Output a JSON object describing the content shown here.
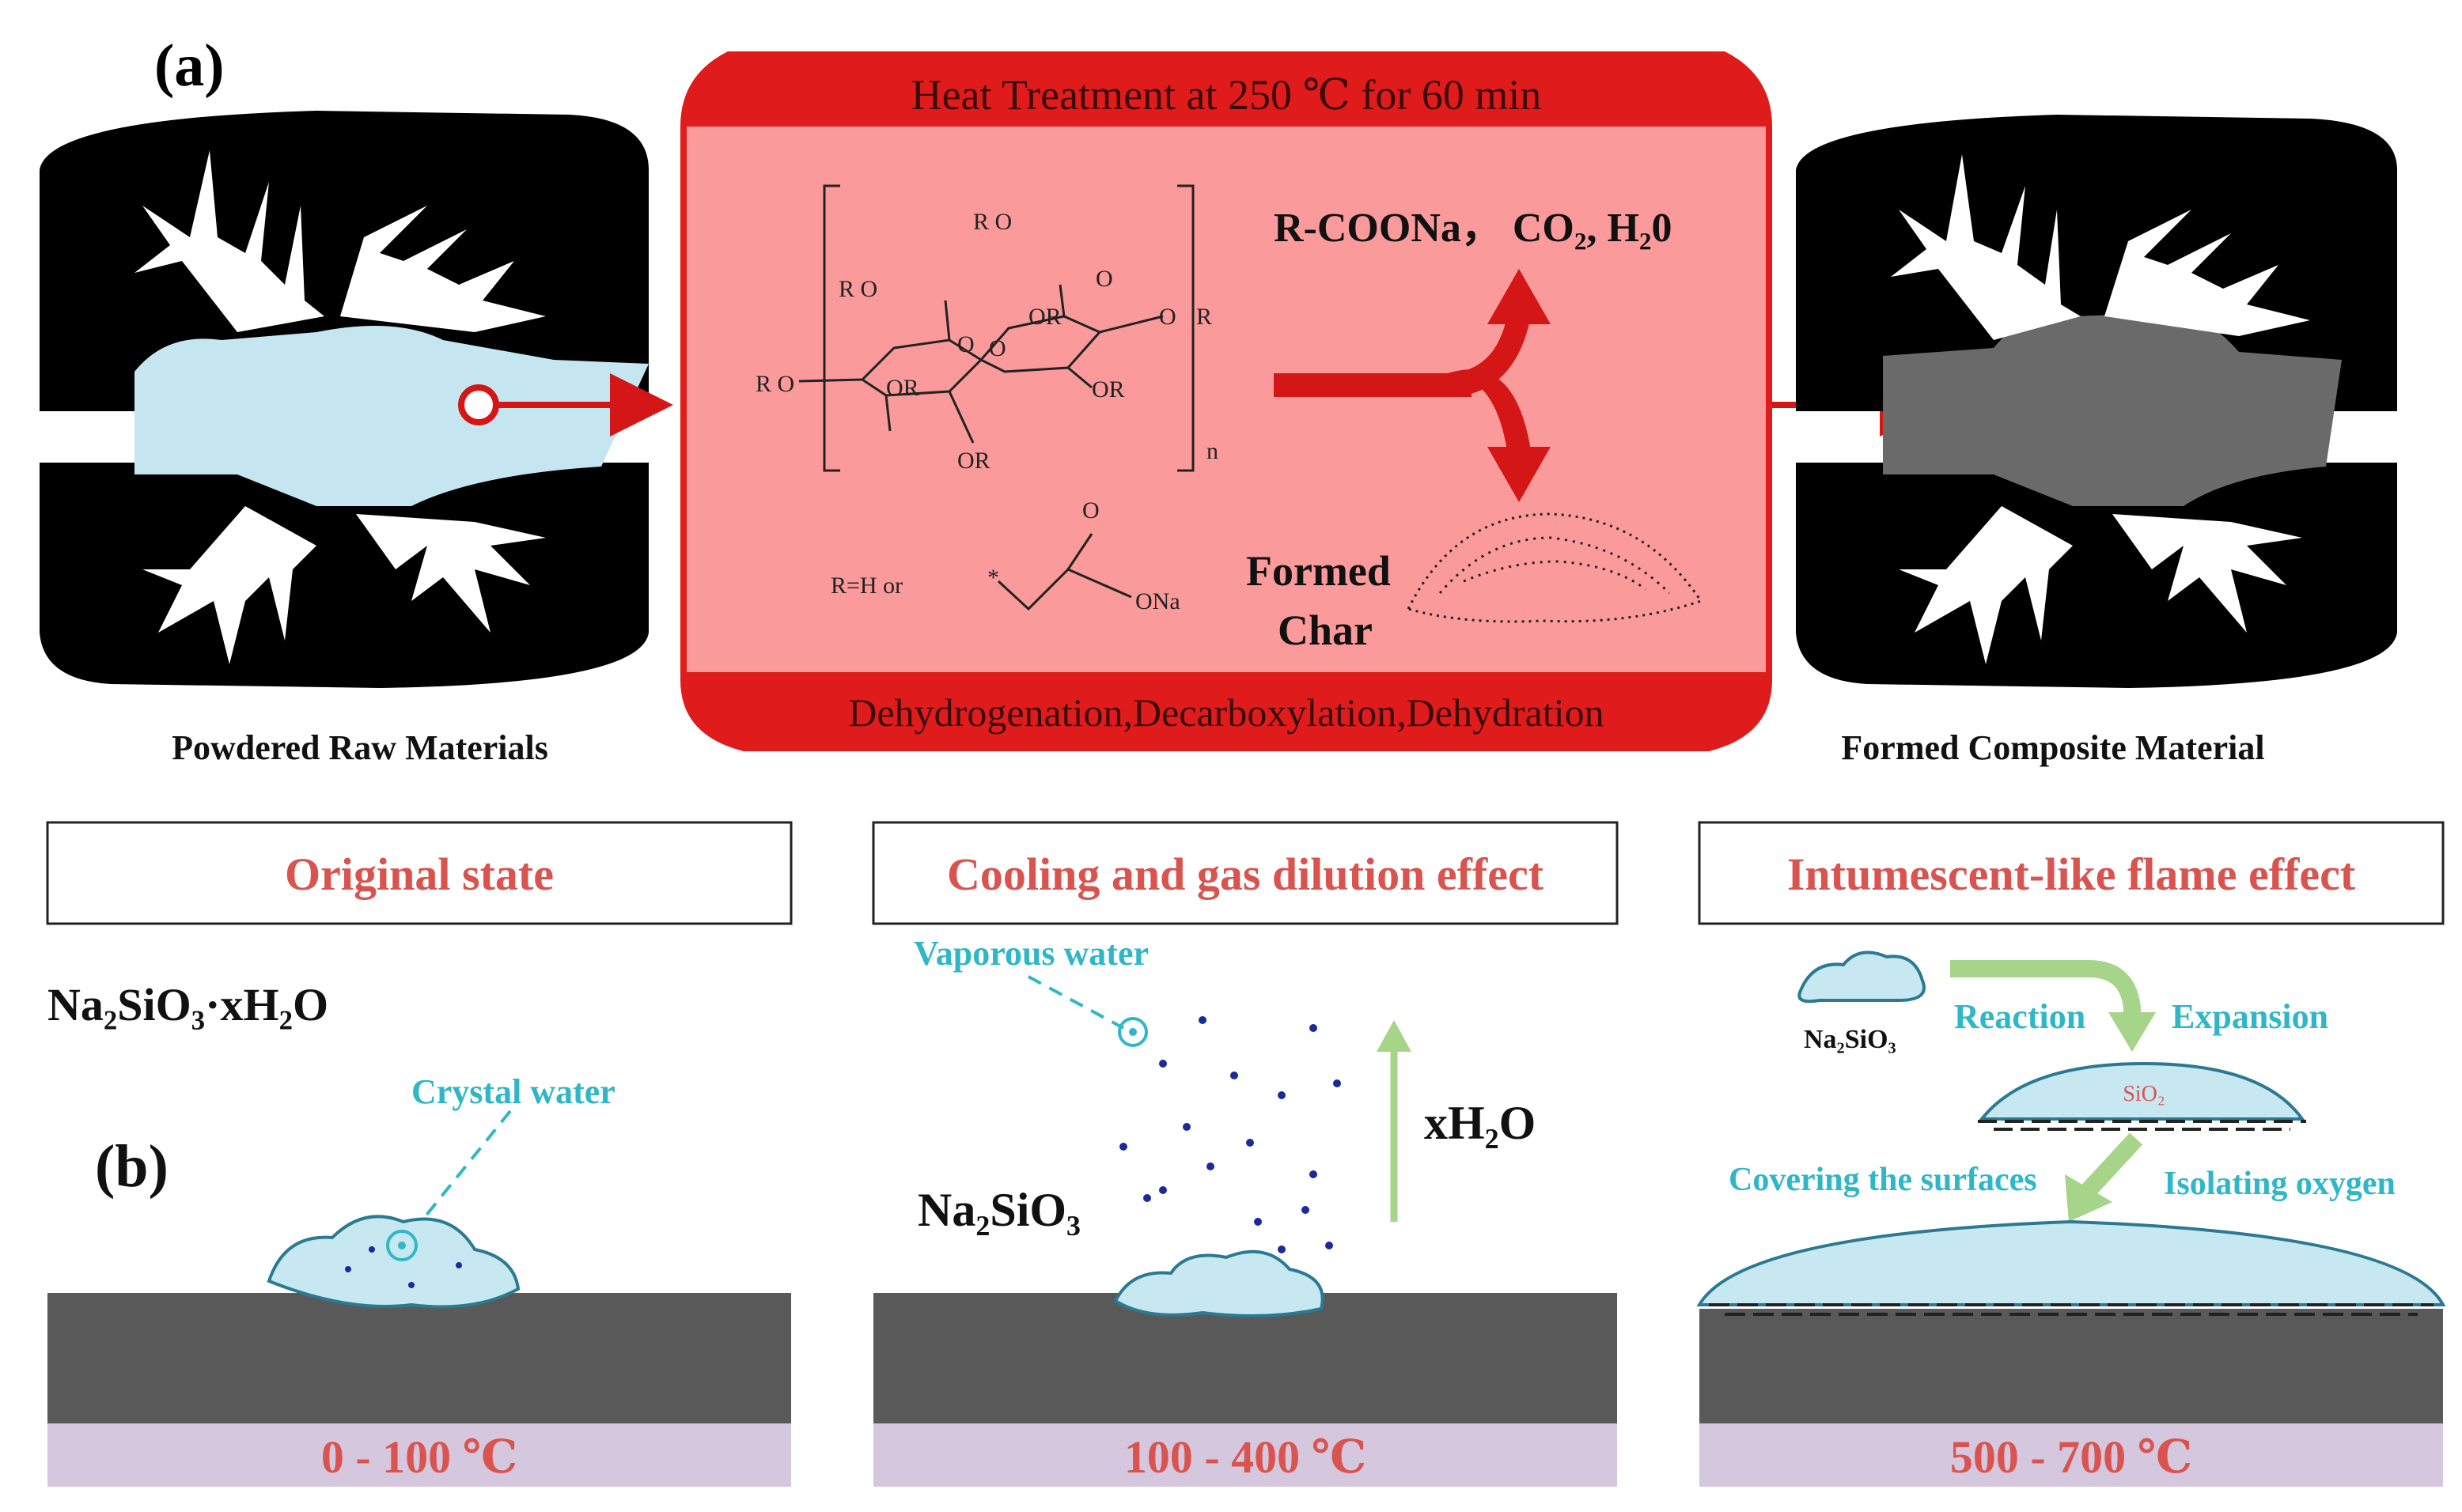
{
  "panel_a": {
    "label": "(a)",
    "heat_box": {
      "title": "Heat Treatment at 250 ℃ for 60 min",
      "footer": "Dehydrogenation,Decarboxylation,Dehydration",
      "fill_color": "#fa9a9a",
      "border_color": "#e01b1b"
    },
    "structure": {
      "or_1": "OR",
      "or_2": "OR",
      "or_3": "OR",
      "or_4": "OR",
      "ro_top": "R O",
      "ro_mid": "R O",
      "ro_left": "R O",
      "o_ring1": "O",
      "o_ring2": "O",
      "o_bridge": "O",
      "o_tail": "O",
      "tail_r": "R",
      "n_sub": "n",
      "r_def": "R=H  or",
      "star": "*",
      "carbonyl_o": "O",
      "ona": "ONa"
    },
    "products": {
      "gas_line": "R-COONa， CO₂, H₂0",
      "char_line1": "Formed",
      "char_line2": "Char"
    },
    "left_caption": "Powdered Raw Materials",
    "right_caption": "Formed Composite Material",
    "arrow_color": "#d41616"
  },
  "panel_b": {
    "label": "(b)",
    "stages": [
      {
        "title": "Original state",
        "temp": "0 - 100 ℃"
      },
      {
        "title": "Cooling and gas dilution effect",
        "temp": "100 - 400 ℃"
      },
      {
        "title": "Intumescent-like flame effect",
        "temp": "500 - 700 ℃"
      }
    ],
    "formula_hydrate": "Na₂SiO₃·xH₂O",
    "crystal_water": "Crystal water",
    "vaporous_water": "Vaporous water",
    "formula_na2sio3": "Na₂SiO₃",
    "xh2o": "xH₂O",
    "formula_small": "Na₂SiO₃",
    "reaction": "Reaction",
    "expansion": "Expansion",
    "sio2": "SiO₂",
    "covering": "Covering the surfaces",
    "isolating": "Isolating oxygen",
    "title_color": "#d9534f",
    "cyan_color": "#2fb7c8",
    "substrate_color": "#595959",
    "base_color": "#d5c8de",
    "droplet_color": "#c7e8f1",
    "green_arrow_color": "#a6d488"
  }
}
